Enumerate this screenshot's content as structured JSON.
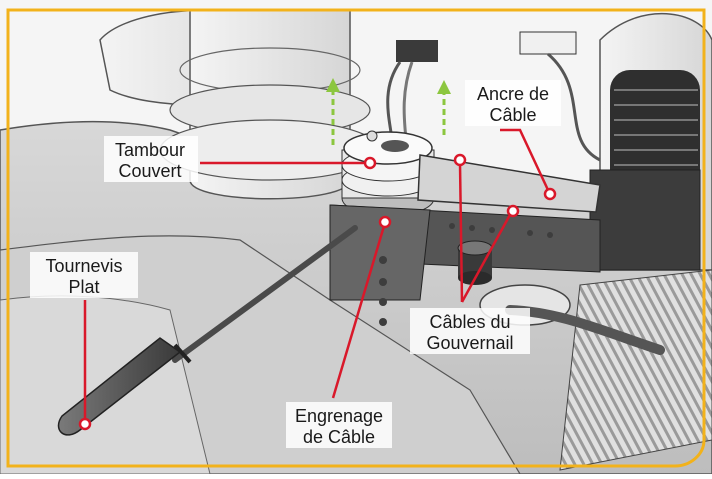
{
  "colors": {
    "frame": "#f2b21b",
    "callout_line": "#d9182a",
    "arrow_guide": "#8cc63f",
    "label_text": "#1a1a1a",
    "part_fill": "#e3e3e3",
    "part_dark": "#4a4a4a"
  },
  "labels": {
    "ancre_line1": "Ancre de",
    "ancre_line2": "Câble",
    "tambour_line1": "Tambour",
    "tambour_line2": "Couvert",
    "tournevis_line1": "Tournevis",
    "tournevis_line2": "Plat",
    "cables_line1": "Câbles du",
    "cables_line2": "Gouvernail",
    "engrenage_line1": "Engrenage",
    "engrenage_line2": "de Câble"
  }
}
